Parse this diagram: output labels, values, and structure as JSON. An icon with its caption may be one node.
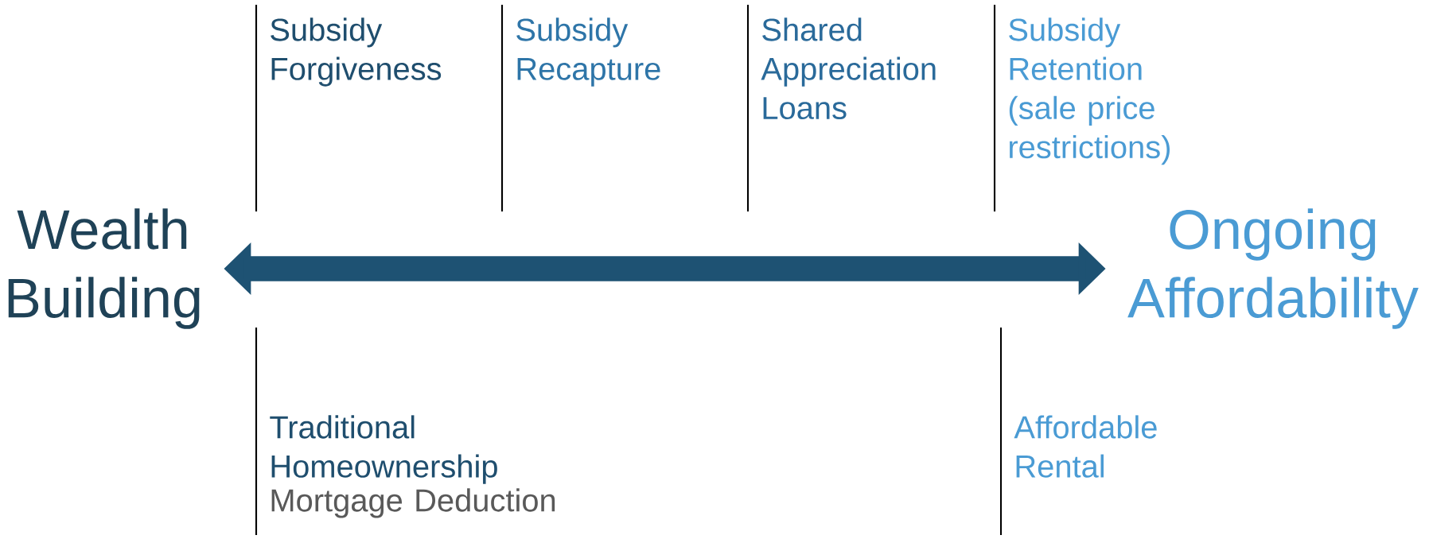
{
  "diagram": {
    "nodes": [
      {
        "text": [
          "Wealth Building"
        ]
      },
      {
        "text": [
          "Ongoing Affordability"
        ]
      }
    ],
    "edges": [
      {
        "from": 0,
        "to": 1,
        "arrow": "both"
      }
    ],
    "labels": [
      "Subsidy Forgiveness",
      "Subsidy Recapture",
      "Shared Appreciation Loans",
      "Subsidy Retention (sale price restrictions)",
      "Traditional Homeownership",
      "Mortgage Deduction",
      "Affordable Rental"
    ]
  }
}
